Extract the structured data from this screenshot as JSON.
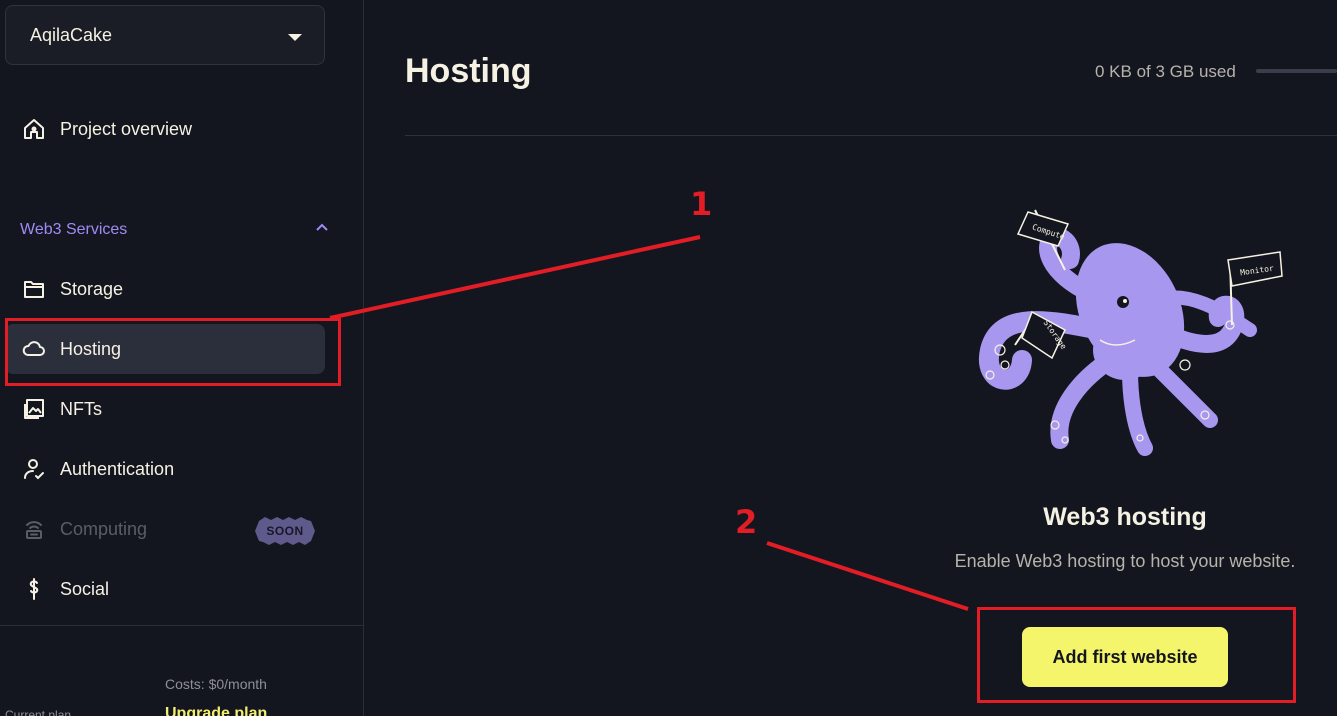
{
  "sidebar": {
    "project_name": "AqilaCake",
    "overview_label": "Project overview",
    "section_label": "Web3 Services",
    "items": [
      {
        "label": "Storage",
        "icon": "folder-icon"
      },
      {
        "label": "Hosting",
        "icon": "cloud-icon",
        "active": true
      },
      {
        "label": "NFTs",
        "icon": "images-icon"
      },
      {
        "label": "Authentication",
        "icon": "user-check-icon"
      },
      {
        "label": "Computing",
        "icon": "router-icon",
        "disabled": true,
        "badge": "SOON"
      },
      {
        "label": "Social",
        "icon": "social-icon"
      }
    ],
    "costs": "Costs: $0/month",
    "upgrade_label": "Upgrade plan",
    "current_plan_label": "Current plan"
  },
  "main": {
    "title": "Hosting",
    "usage_text": "0 KB of 3 GB used",
    "empty_state": {
      "illustration_flags": [
        "Compute",
        "Storage",
        "Monitor"
      ],
      "title": "Web3 hosting",
      "description": "Enable Web3 hosting to host your website.",
      "button_label": "Add first website"
    }
  },
  "annotations": [
    {
      "number": "1"
    },
    {
      "number": "2"
    }
  ],
  "colors": {
    "background": "#14161f",
    "accent_purple": "#9d8cf5",
    "button_yellow": "#f5f56b",
    "annotation_red": "#e21d25"
  }
}
